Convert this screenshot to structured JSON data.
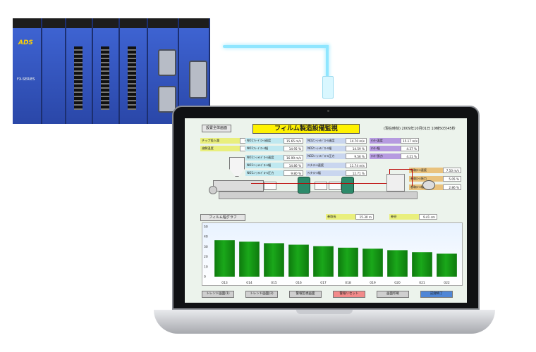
{
  "plc": {
    "brand": "ADS",
    "tag": "FX-SERIES"
  },
  "screen": {
    "overall_button": "設置全体画面",
    "title": "フィルム製造設備監視",
    "date": "(現在時刻)  2009年10月01日  10時50分45秒"
  },
  "tags": [
    {
      "label": "チップ投入量",
      "value": "59.67 kg",
      "color": "#e9ef7d"
    },
    {
      "label": "溶解温度",
      "value": "59.22 ℃",
      "color": "#e9ef7d"
    },
    {
      "label": "NO1ﾌｨｰﾄﾞﾛｰﾙ速度",
      "value": "15.65 m/s",
      "color": "#bfe8f0"
    },
    {
      "label": "NO1ﾌｨｰﾄﾞﾛｰﾙ幅",
      "value": "14.95 %",
      "color": "#bfe8f0"
    },
    {
      "label": "NO1ﾆｰｼｬﾙﾄﾞﾛｰﾙ速度",
      "value": "16.99 m/s",
      "color": "#bfe8f0"
    },
    {
      "label": "NO1ﾆｰｼｬﾙﾄﾞﾛｰﾙ幅",
      "value": "14.86 %",
      "color": "#bfe8f0"
    },
    {
      "label": "NO1ﾆｰｼｬﾙﾄﾞﾛｰﾙ圧力",
      "value": "9.80 %",
      "color": "#bfe8f0"
    },
    {
      "label": "NO2ﾆｰｼｬﾙﾄﾞﾛｰﾙ速度",
      "value": "14.70 m/s",
      "color": "#c9d6ef"
    },
    {
      "label": "NO2ﾆｰｼｬﾙﾄﾞﾛｰﾙ幅",
      "value": "14.59 %",
      "color": "#c9d6ef"
    },
    {
      "label": "NO2ﾆｰｼｬﾙﾄﾞﾛｰﾙ圧力",
      "value": "9.56 %",
      "color": "#c9d6ef"
    },
    {
      "label": "ﾃﾝﾀｰﾛｰﾙ速度",
      "value": "11.74 m/s",
      "color": "#c9d6ef"
    },
    {
      "label": "ﾃﾝﾀｰﾛｰﾙ幅",
      "value": "12.71 %",
      "color": "#c9d6ef"
    },
    {
      "label": "ﾃﾝﾀｰ温度",
      "value": "15.17 m/s",
      "color": "#b69be0"
    },
    {
      "label": "ﾃﾝﾀｰ幅",
      "value": "4.37 %",
      "color": "#b69be0"
    },
    {
      "label": "ﾃﾝﾀｰ張力",
      "value": "4.21 %",
      "color": "#b69be0"
    },
    {
      "label": "巻取ﾛｰﾙ速度",
      "value": "7.50 m/s",
      "color": "#e9c27d"
    },
    {
      "label": "巻取ﾛｰﾙ張力",
      "value": "5.05 %",
      "color": "#e9c27d"
    },
    {
      "label": "巻取ﾛｰﾙ幅",
      "value": "2.86 %",
      "color": "#e9c27d"
    },
    {
      "label": "巻取長",
      "value": "15.30 m",
      "color": "#e9ef7d"
    },
    {
      "label": "巻径",
      "value": "9.41 cm",
      "color": "#e9ef7d"
    }
  ],
  "graph_button": "フィルム幅グラフ",
  "chart_data": {
    "type": "bar",
    "categories": [
      "013",
      "014",
      "015",
      "016",
      "017",
      "018",
      "019",
      "020",
      "021",
      "022"
    ],
    "values": [
      36.5,
      35,
      33.5,
      32,
      30.5,
      29,
      28,
      26.5,
      24.5,
      23
    ],
    "ylim": [
      0,
      50
    ],
    "yticks": [
      "50",
      "40",
      "30",
      "20",
      "10",
      "0"
    ],
    "bar_color": "#1aa81a",
    "grid": false
  },
  "bottom_buttons": [
    {
      "label": "トレンド画面(1)",
      "color": "#cfcfcf"
    },
    {
      "label": "トレンド画面(2)",
      "color": "#cfcfcf"
    },
    {
      "label": "警報監視画面",
      "color": "#cfcfcf"
    },
    {
      "label": "警報リセット",
      "color": "#f28a8a"
    },
    {
      "label": "画面印刷",
      "color": "#cfcfcf"
    },
    {
      "label": "記録終了",
      "color": "#4f86d6"
    }
  ]
}
